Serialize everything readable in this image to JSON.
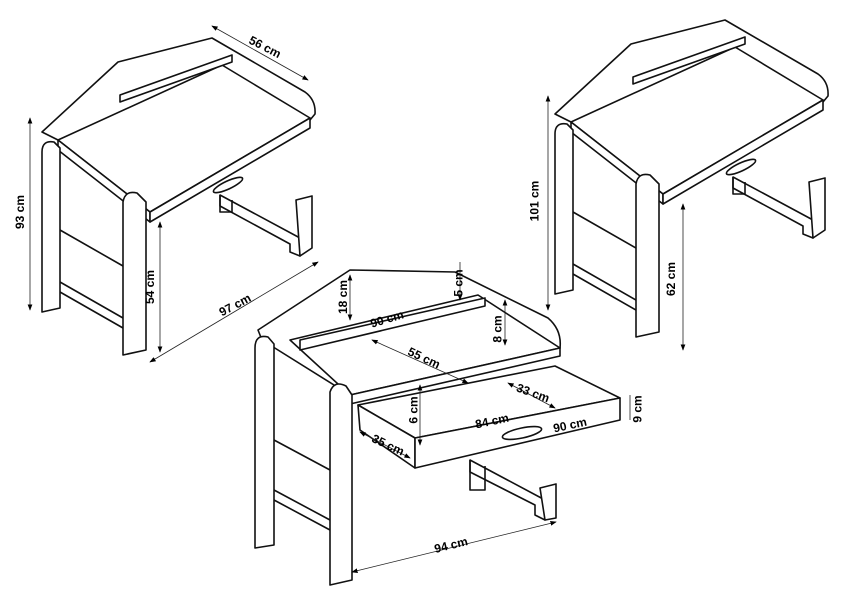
{
  "dimensions": {
    "left_depth": "56 cm",
    "left_height": "93 cm",
    "left_desk_height": "54 cm",
    "left_width": "97 cm",
    "right_height": "101 cm",
    "right_desk_height": "62 cm",
    "mid_gable_height": "18 cm",
    "mid_shelf_height": "5 cm",
    "mid_shelf_width": "90 cm",
    "mid_shelf_depth": "8 cm",
    "mid_top_depth": "55 cm",
    "drawer_depth": "33 cm",
    "drawer_inner_height": "6 cm",
    "drawer_inner_width": "84 cm",
    "drawer_width": "90 cm",
    "drawer_height": "9 cm",
    "drawer_side": "35 cm",
    "mid_base_width": "94 cm"
  }
}
